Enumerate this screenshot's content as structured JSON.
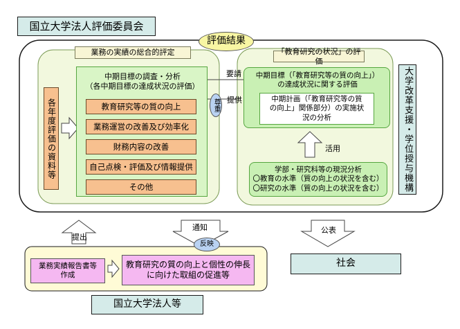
{
  "top_org": "国立大学法人評価委員会",
  "eval_result": "評価結果",
  "overall_eval": "業務の実績の総合的評定",
  "annual_materials": "各年度評価の資料等",
  "midterm_box": {
    "line1": "中期目標の調査・分析",
    "line2": "（各中期目標の達成状況の評価）"
  },
  "items": [
    "教育研究等の質の向上",
    "業務運営の改善及び効率化",
    "財務内容の改善",
    "自己点検・評価及び情報提供",
    "その他"
  ],
  "request": "要請",
  "respect": "尊重",
  "provide": "提供",
  "edu_research_eval": "「教育研究の状況」の評価",
  "midterm_goal": {
    "line1": "中期目標（「教育研究等の質の向上」）",
    "line2": "の達成状況に関する評価"
  },
  "midterm_plan": {
    "line1": "中期計画（「教育研究等の質",
    "line2": "の向上」関係部分）の実施状",
    "line3": "況の分析"
  },
  "utilize": "活用",
  "faculty": {
    "line1": "学部・研究科等の現況分析",
    "line2": "〇教育の水準（質の向上の状況を含む）",
    "line3": "〇研究の水準（質の向上の状況を含む）"
  },
  "niad": "大学改革支援・学位授与機構",
  "submit": "提出",
  "notify": "通知",
  "reflect": "反映",
  "publish": "公表",
  "report": {
    "line1": "業務実績報告書等",
    "line2": "作成"
  },
  "promotion": {
    "line1": "教育研究の質の向上と個性の伸長",
    "line2": "に向けた取組の促進等"
  },
  "society": "社会",
  "bottom_org": "国立大学法人等"
}
